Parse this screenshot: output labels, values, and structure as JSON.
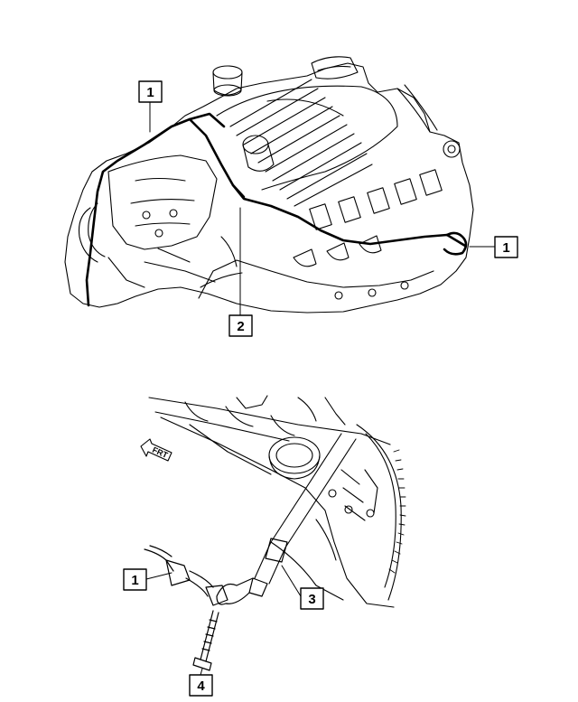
{
  "callouts": {
    "top_harness_left": "1",
    "top_harness_right": "1",
    "top_ground_strap": "2",
    "bottom_harness": "1",
    "bottom_block_ground": "3",
    "bottom_bolt": "4"
  },
  "direction_arrow_label": "FRT",
  "colors": {
    "line": "#000000",
    "background": "#ffffff"
  }
}
